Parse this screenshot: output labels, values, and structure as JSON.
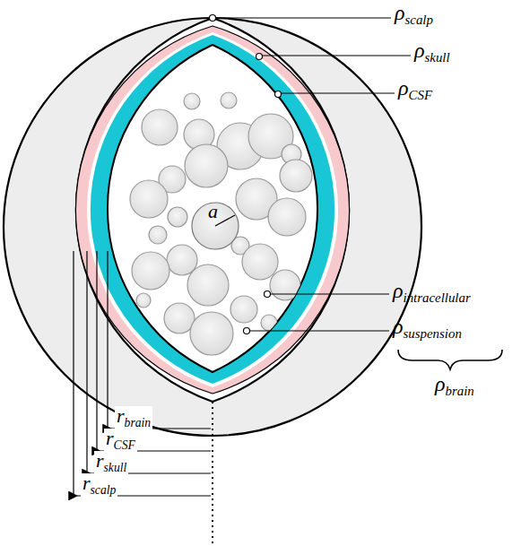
{
  "diagram": {
    "labels": [
      "ρscalp",
      "ρskull",
      "ρCSF",
      "a",
      "ρintracellular",
      "ρsuspension",
      "ρbrain",
      "rbrain",
      "rCSF",
      "rskull",
      "rscalp"
    ]
  }
}
